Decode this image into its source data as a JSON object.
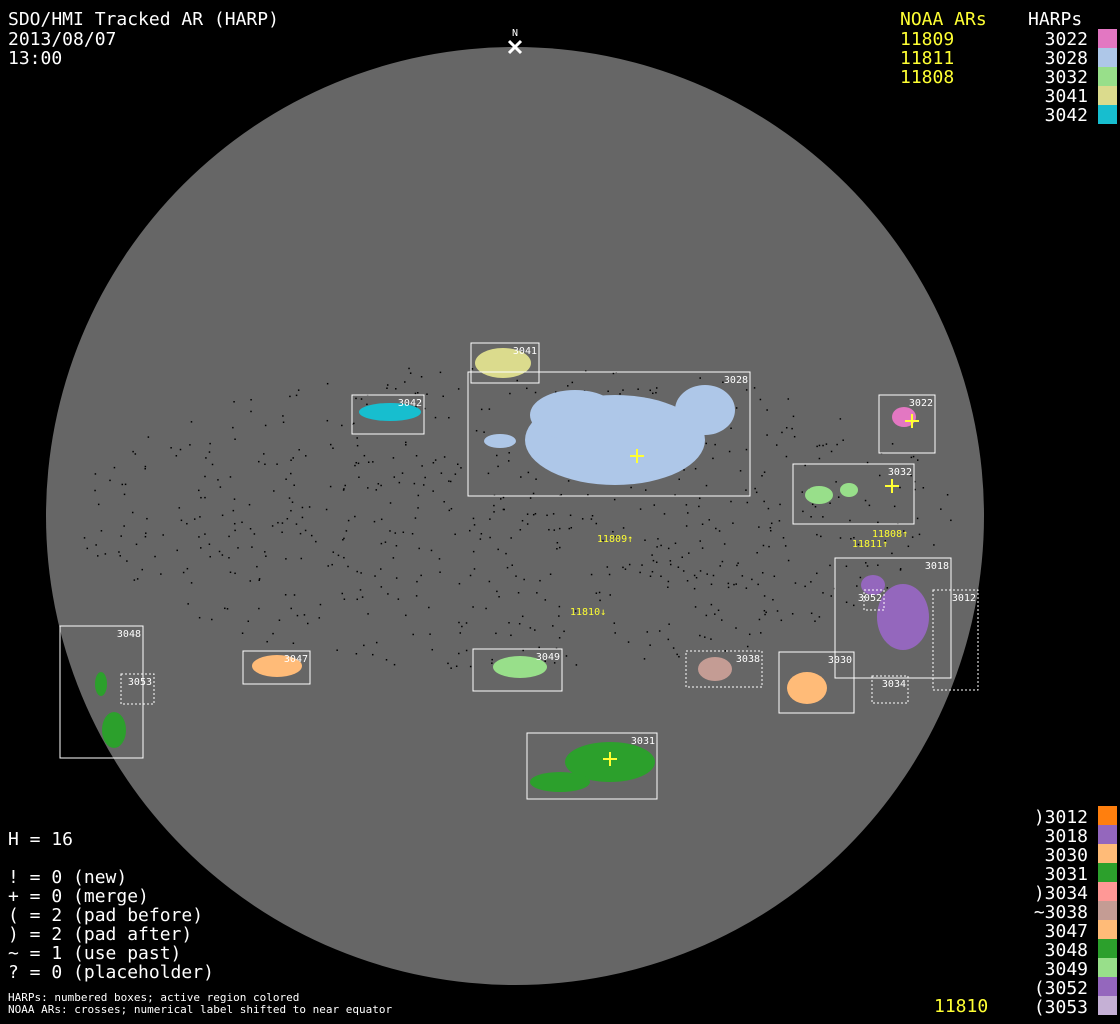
{
  "header": {
    "title": "SDO/HMI Tracked AR (HARP)",
    "date": "2013/08/07",
    "time": "13:00",
    "north_label": "N"
  },
  "top_legend": {
    "noaa_title": "NOAA ARs",
    "harp_title": "HARPs",
    "noaa": [
      "11809",
      "11811",
      "11808"
    ],
    "harps": [
      {
        "label": "3022",
        "color": "#e377c2"
      },
      {
        "label": "3028",
        "color": "#aec7e8"
      },
      {
        "label": "3032",
        "color": "#98df8a"
      },
      {
        "label": "3041",
        "color": "#dbdb8d"
      },
      {
        "label": "3042",
        "color": "#17becf"
      }
    ]
  },
  "bottom_legend": {
    "harps": [
      {
        "label": ")3012",
        "color": "#ff7f0e"
      },
      {
        "label": "3018",
        "color": "#9467bd"
      },
      {
        "label": "3030",
        "color": "#ffbb78"
      },
      {
        "label": "3031",
        "color": "#2ca02c"
      },
      {
        "label": ")3034",
        "color": "#ff9896"
      },
      {
        "label": "~3038",
        "color": "#c49c94"
      },
      {
        "label": "3047",
        "color": "#ffbb78"
      },
      {
        "label": "3048",
        "color": "#2ca02c"
      },
      {
        "label": "3049",
        "color": "#98df8a"
      },
      {
        "label": "(3052",
        "color": "#9467bd"
      },
      {
        "label": "(3053",
        "color": "#c5b0d5"
      }
    ],
    "noaa": "11810"
  },
  "stats": {
    "h": "H = 16",
    "lines": [
      "! = 0 (new)",
      "+ = 0 (merge)",
      "( = 2 (pad before)",
      ") = 2 (pad after)",
      "~ = 1 (use past)",
      "? = 0 (placeholder)"
    ]
  },
  "footnote": [
    "HARPs: numbered boxes; active region colored",
    "NOAA ARs: crosses; numerical label shifted to near equator"
  ],
  "disk": {
    "color": "#666666"
  },
  "regions": [
    {
      "id": "3041",
      "color": "#dbdb8d"
    },
    {
      "id": "3042",
      "color": "#17becf"
    },
    {
      "id": "3028",
      "color": "#aec7e8"
    },
    {
      "id": "3022",
      "color": "#e377c2"
    },
    {
      "id": "3032",
      "color": "#98df8a"
    },
    {
      "id": "3018",
      "color": "#9467bd"
    },
    {
      "id": "3052",
      "color": "#9467bd"
    },
    {
      "id": "3012",
      "color": "#ff7f0e"
    },
    {
      "id": "3034",
      "color": "#ff9896"
    },
    {
      "id": "3048",
      "color": "#2ca02c"
    },
    {
      "id": "3053",
      "color": "#c5b0d5"
    },
    {
      "id": "3047",
      "color": "#ffbb78"
    },
    {
      "id": "3049",
      "color": "#98df8a"
    },
    {
      "id": "3038",
      "color": "#c49c94"
    },
    {
      "id": "3030",
      "color": "#ffbb78"
    },
    {
      "id": "3031",
      "color": "#2ca02c"
    }
  ],
  "noaa_markers": [
    "11809↑",
    "11810↓",
    "11808↑",
    "11811↑"
  ]
}
